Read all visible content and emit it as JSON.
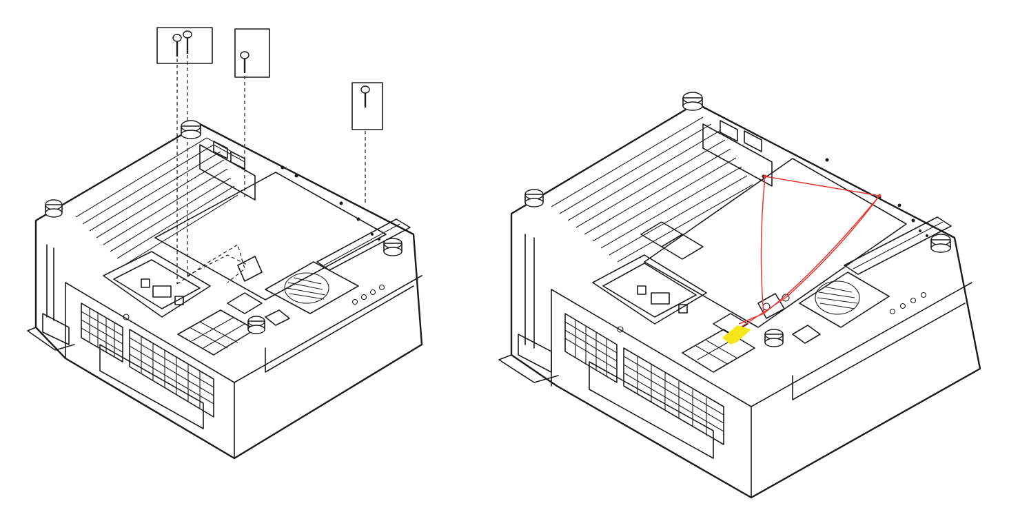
{
  "colors": {
    "ink": "#1a1a1a",
    "background": "#ffffff",
    "cable": "#e53935",
    "highlight": "#f4e61a"
  },
  "panels": [
    {
      "id": "left",
      "view": "bottom-of-projector-exploded-with-screws"
    },
    {
      "id": "right",
      "view": "bottom-of-projector-with-highlighted-cable-route"
    }
  ]
}
